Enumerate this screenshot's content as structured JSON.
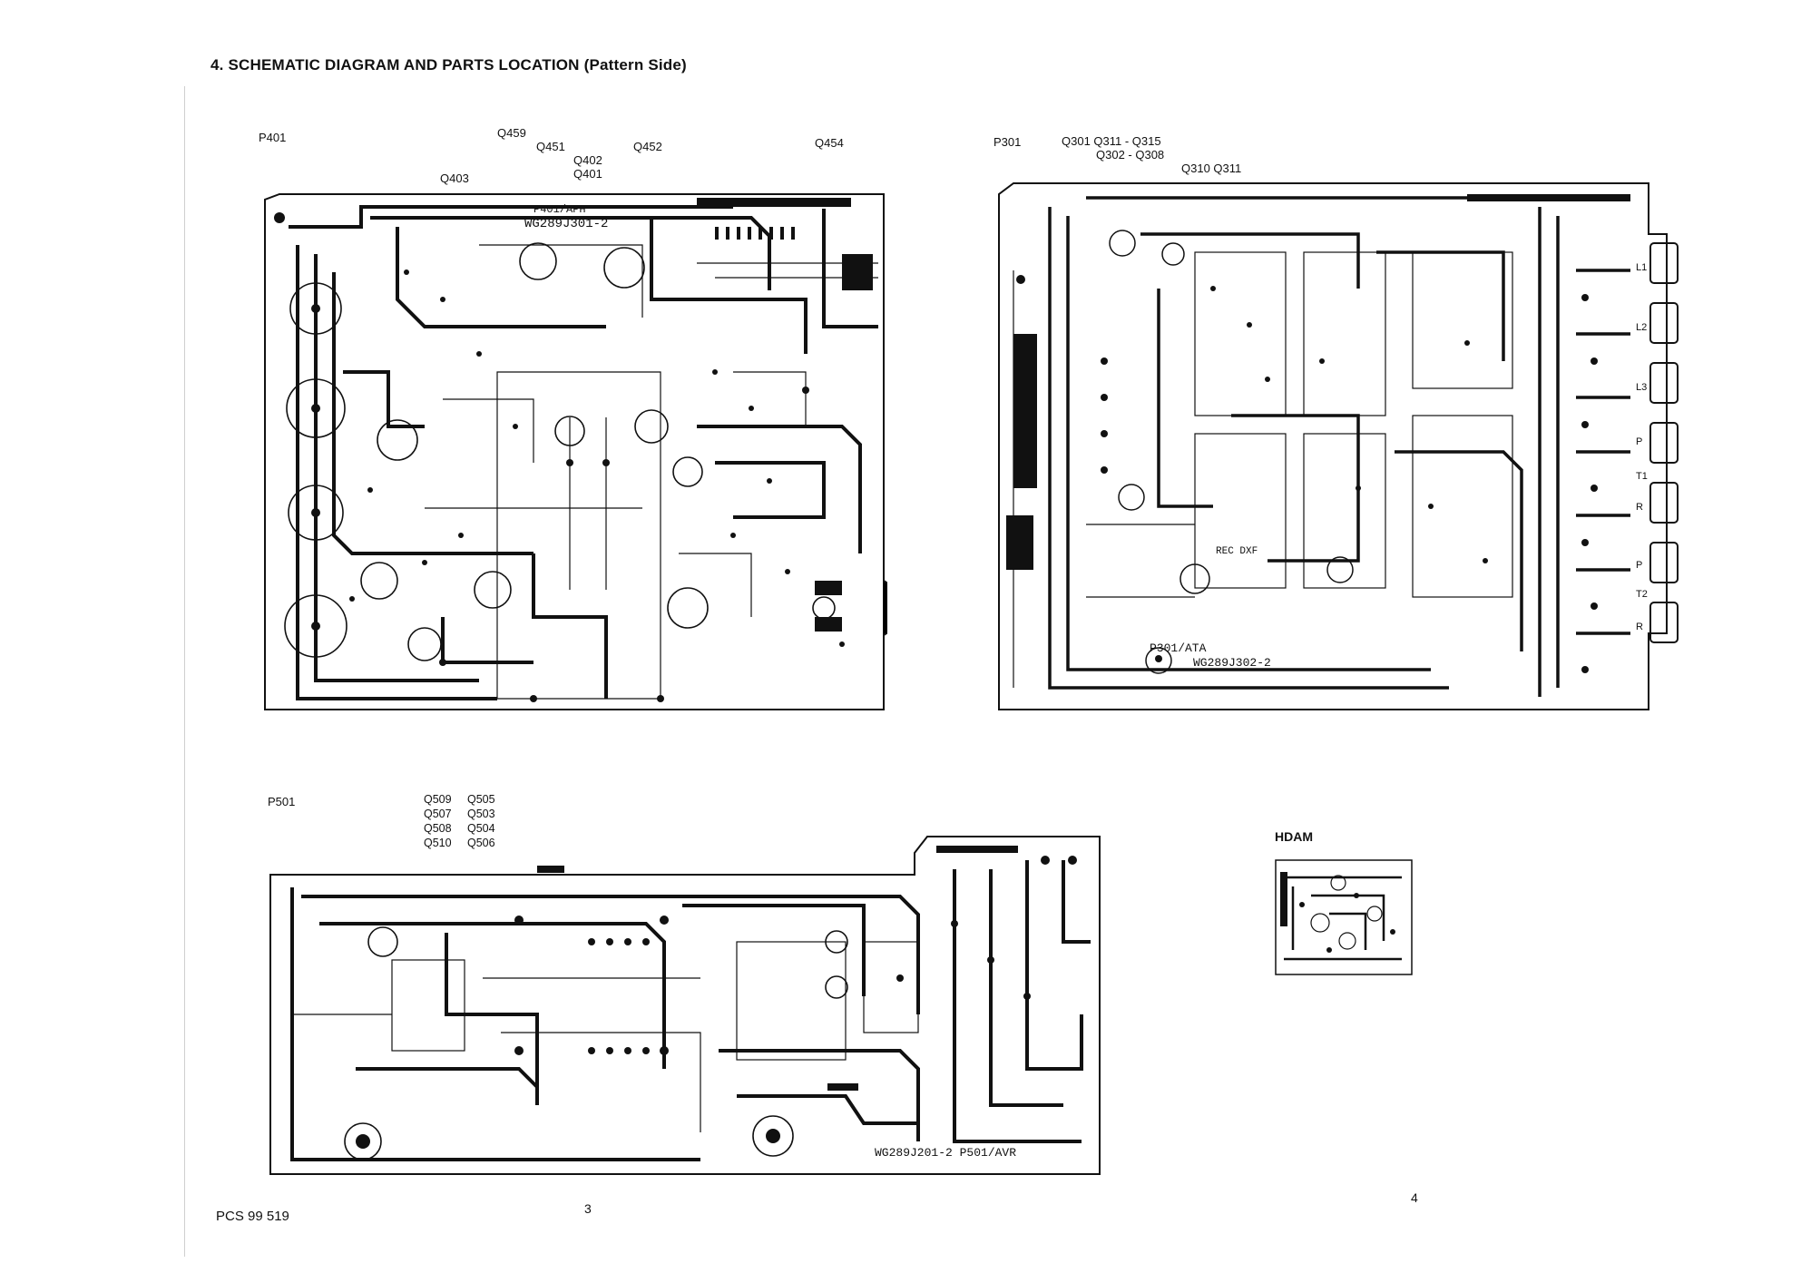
{
  "header": {
    "title": "4. SCHEMATIC DIAGRAM AND PARTS LOCATION (Pattern Side)"
  },
  "p401": {
    "board": "P401",
    "labels": {
      "q459": "Q459",
      "q451": "Q451",
      "q402": "Q402",
      "q401": "Q401",
      "q452": "Q452",
      "q454": "Q454",
      "q403": "Q403"
    },
    "board_id": "WG289J301-2",
    "model_text": "P401/APH"
  },
  "p301": {
    "board": "P301",
    "labels": {
      "q301_q315": "Q301 Q311 - Q315",
      "q302_q308": "Q302 - Q308",
      "q310_q311": "Q310 Q311"
    },
    "board_id": "WG289J302-2",
    "model_text": "P301/ATA",
    "jacks": [
      "L1",
      "L2",
      "L3",
      "P",
      "T1",
      "R",
      "P",
      "T2",
      "R"
    ],
    "rec_text": "REC DXF"
  },
  "p501": {
    "board": "P501",
    "labels": {
      "col1": [
        "Q509",
        "Q507",
        "Q508",
        "Q510"
      ],
      "col2": [
        "Q505",
        "Q503",
        "Q504",
        "Q506"
      ]
    },
    "board_id": "WG289J201-2  P501/AVR"
  },
  "hdam": {
    "label": "HDAM"
  },
  "footer": {
    "doc_code": "PCS 99 519",
    "page_left": "3",
    "page_right": "4"
  },
  "colors": {
    "ink": "#111111",
    "paper": "#ffffff"
  }
}
